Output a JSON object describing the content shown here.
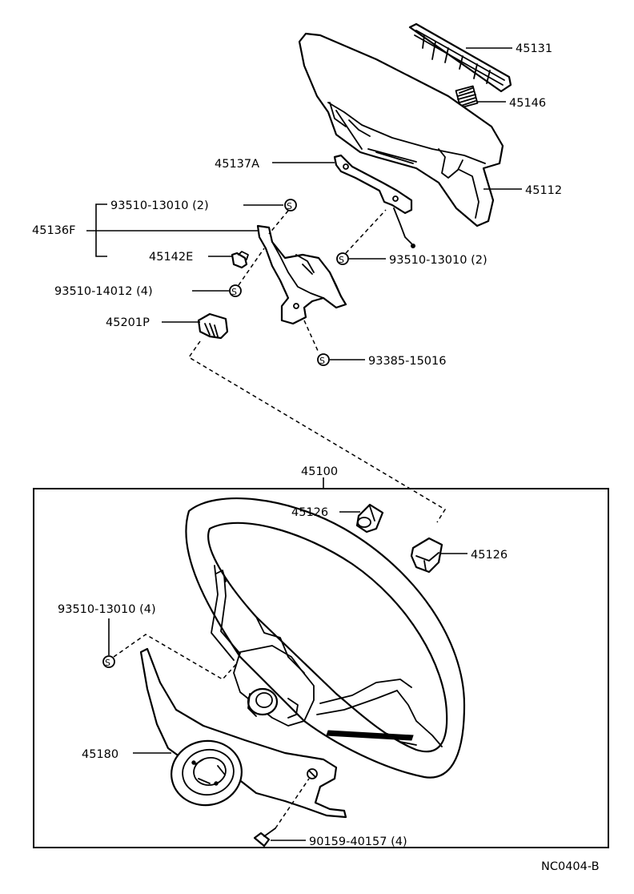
{
  "diagram_id": "NC0404-B",
  "assembly": {
    "number": "45100",
    "parts": [
      {
        "number": "45126"
      },
      {
        "number": "45126"
      },
      {
        "number": "93510-13010 (4)"
      },
      {
        "number": "45180"
      },
      {
        "number": "90159-40157 (4)"
      }
    ]
  },
  "upper_parts": [
    {
      "number": "45131"
    },
    {
      "number": "45146"
    },
    {
      "number": "45137A"
    },
    {
      "number": "45112"
    },
    {
      "number": "93510-13010 (2)"
    },
    {
      "number": "45136F"
    },
    {
      "number": "45142E"
    },
    {
      "number": "93510-13010 (2)"
    },
    {
      "number": "93510-14012 (4)"
    },
    {
      "number": "45201P"
    },
    {
      "number": "93385-15016"
    }
  ],
  "standard_part_symbol": "S"
}
